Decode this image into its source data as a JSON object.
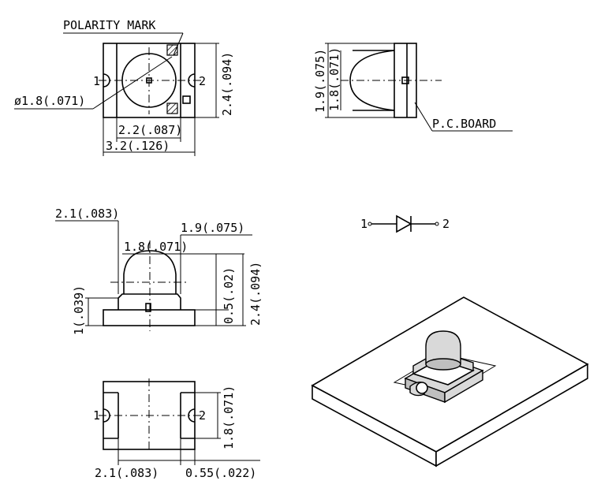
{
  "labels": {
    "polarity_mark": "POLARITY MARK",
    "pc_board": "P.C.BOARD",
    "pin1": "1",
    "pin2": "2"
  },
  "top_view": {
    "diameter": "ø1.8(.071)",
    "inner_width": "2.2(.087)",
    "outer_width": "3.2(.126)",
    "height": "2.4(.094)"
  },
  "side_view_right": {
    "height_total": "1.9(.075)",
    "lens_height": "1.8(.071)"
  },
  "front_view": {
    "body_width": "2.1(.083)",
    "lens_outer": "1.9(.075)",
    "lens_inner": "1.8(.071)",
    "base_height": "0.5(.02)",
    "total_height": "2.4(.094)",
    "side_height": "1(.039)"
  },
  "pad_view": {
    "pad_height": "1.8(.071)",
    "spacing": "2.1(.083)",
    "pad_width": "0.55(.022)"
  }
}
